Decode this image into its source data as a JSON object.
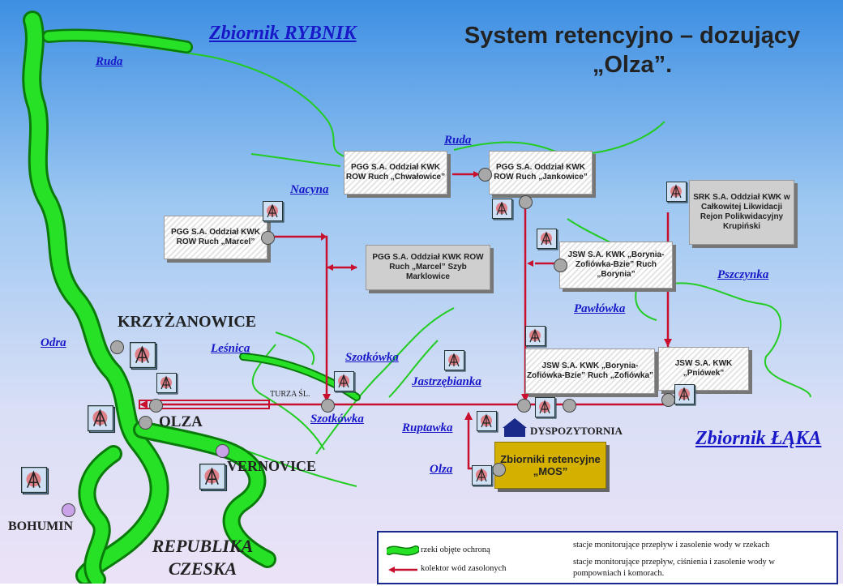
{
  "title": {
    "line1": "System retencyjno – dozujący",
    "line2": "„Olza”."
  },
  "reservoirs": {
    "rybnik": "Zbiornik RYBNIK",
    "laka": "Zbiornik ŁĄKA"
  },
  "rivers": {
    "ruda1": "Ruda",
    "ruda2": "Ruda",
    "nacyna": "Nacyna",
    "odra": "Odra",
    "lesnica": "Leśnica",
    "szotkowka1": "Szotkówka",
    "szotkowka2": "Szotkówka",
    "jastrzebianka": "Jastrzębianka",
    "ruptawka": "Ruptawka",
    "olza": "Olza",
    "pawlowka": "Pawłówka",
    "pszczynka": "Pszczynka"
  },
  "places": {
    "krzyzanowice": "KRZYŻANOWICE",
    "olza": "OLZA",
    "vernovice": "VERNOVICE",
    "bohumin": "BOHUMIN",
    "turza": "TURZA ŚL.",
    "dyspozytornia": "DYSPOZYTORNIA",
    "republika1": "REPUBLIKA",
    "republika2": "CZESKA"
  },
  "boxes": {
    "chwalowice": "PGG S.A. Oddział KWK ROW Ruch „Chwałowice”",
    "jankowice": "PGG S.A. Oddział KWK ROW Ruch „Jankowice”",
    "marcel": "PGG S.A. Oddział KWK ROW Ruch „Marcel”",
    "marcel_szyb": "PGG S.A. Oddział KWK ROW Ruch „Marcel” Szyb Marklowice",
    "srk": "SRK S.A. Oddział KWK w Całkowitej Likwidacji Rejon Polikwidacyjny Krupiński",
    "borynia": "JSW S.A. KWK „Borynia-Zofiówka-Bzie” Ruch „Borynia”",
    "zofiowka": "JSW S.A. KWK „Borynia-Zofiówka-Bzie” Ruch „Zofiówka”",
    "pniowek": "JSW S.A. KWK „Pniówek”",
    "mos": "Zbiorniki retencyjne „MOS”"
  },
  "legend": {
    "rivers": "rzeki objęte ochroną",
    "collector": "kolektor wód zasolonych",
    "stations_rivers": "stacje monitorujące przepływ i zasolenie wody w rzekach",
    "stations_pump": "stacje monitorujące przepływ, ciśnienia i zasolenie wody w pompowniach i komorach."
  },
  "colors": {
    "river": "#22dd22",
    "collector": "#c8102e",
    "link": "#1818c8",
    "mos": "#d4b100"
  },
  "icons": {
    "station": "monitoring-station-icon",
    "dispatch": "dispatch-house-icon"
  }
}
